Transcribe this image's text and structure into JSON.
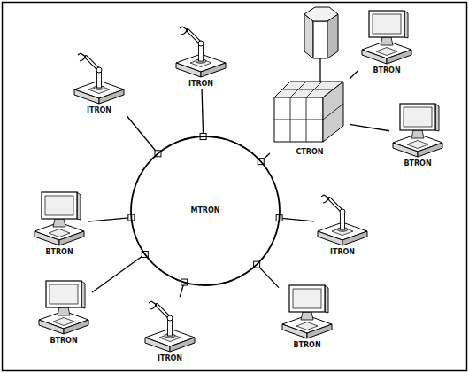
{
  "diagram": {
    "nodes": [
      {
        "text": [
          "ITRON"
        ]
      },
      {
        "text": [
          "ITRON"
        ]
      },
      {
        "text": [
          "BTRON"
        ]
      },
      {
        "text": [
          "BTRON"
        ]
      },
      {
        "text": [
          "MTRON"
        ]
      },
      {
        "text": [
          "CTRON"
        ]
      },
      {
        "text": [
          "BTRON"
        ]
      },
      {
        "text": [
          "ITRON"
        ]
      },
      {
        "text": [
          "BTRON"
        ]
      },
      {
        "text": [
          "ITRON"
        ]
      },
      {
        "text": [
          "BTRON"
        ]
      }
    ],
    "edges": [
      {
        "from": 0,
        "to": 4,
        "arrow": "none"
      },
      {
        "from": 1,
        "to": 4,
        "arrow": "none"
      },
      {
        "from": 2,
        "to": 5,
        "arrow": "none"
      },
      {
        "from": 3,
        "to": 5,
        "arrow": "none"
      },
      {
        "from": 5,
        "to": 4,
        "arrow": "none"
      },
      {
        "from": 6,
        "to": 4,
        "arrow": "none"
      },
      {
        "from": 7,
        "to": 4,
        "arrow": "none"
      },
      {
        "from": 8,
        "to": 4,
        "arrow": "none"
      },
      {
        "from": 9,
        "to": 4,
        "arrow": "none"
      },
      {
        "from": 10,
        "to": 4,
        "arrow": "none"
      }
    ]
  }
}
